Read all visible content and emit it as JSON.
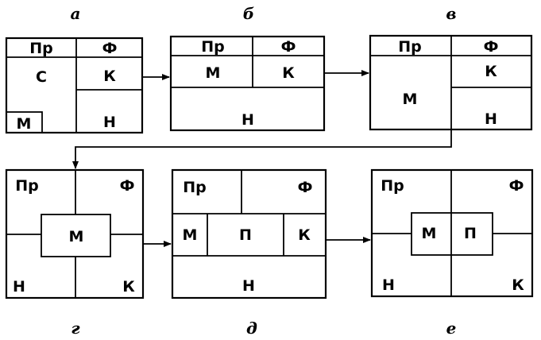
{
  "captions": {
    "a": "а",
    "b": "б",
    "v": "в",
    "g": "г",
    "d": "д",
    "e": "е"
  },
  "diagram_a": {
    "pr": "Пр",
    "f": "Ф",
    "c": "С",
    "k": "К",
    "m": "М",
    "n": "Н"
  },
  "diagram_b": {
    "pr": "Пр",
    "f": "Ф",
    "m": "М",
    "k": "К",
    "n": "Н"
  },
  "diagram_v": {
    "pr": "Пр",
    "f": "Ф",
    "m": "М",
    "k": "К",
    "n": "Н"
  },
  "diagram_g": {
    "pr": "Пр",
    "f": "Ф",
    "m": "М",
    "n": "Н",
    "k": "К"
  },
  "diagram_d": {
    "pr": "Пр",
    "f": "Ф",
    "m": "М",
    "p": "П",
    "k": "К",
    "n": "Н"
  },
  "diagram_e": {
    "pr": "Пр",
    "f": "Ф",
    "m": "М",
    "p": "П",
    "n": "Н",
    "k": "К"
  }
}
